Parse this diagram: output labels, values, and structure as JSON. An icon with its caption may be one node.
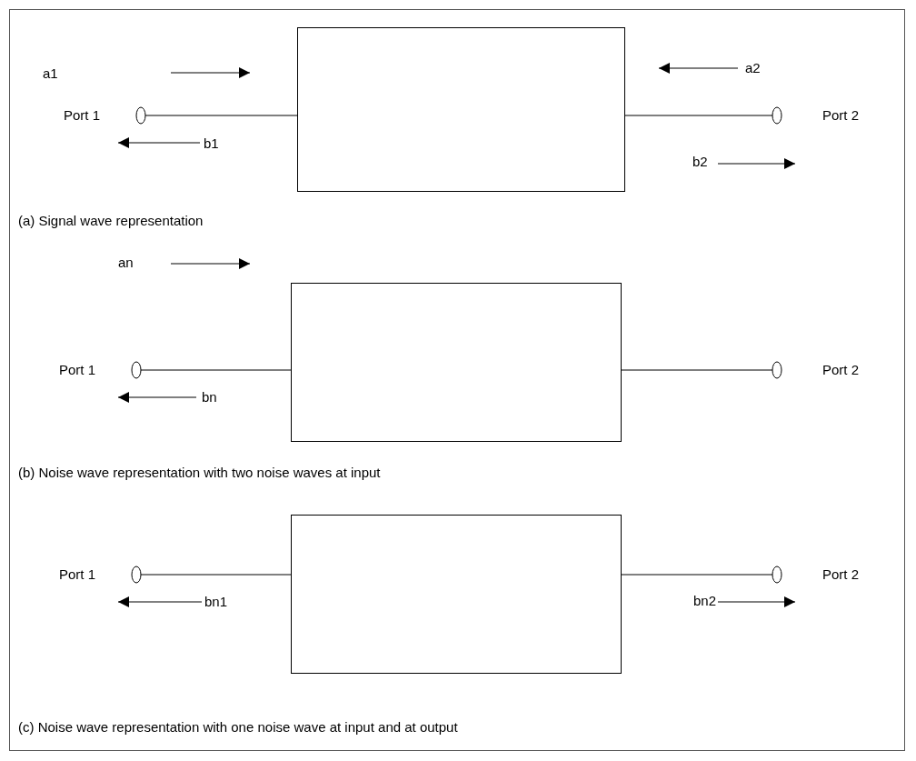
{
  "diagram": {
    "nodes": [
      {
        "text": [],
        "shape": "circle",
        "beside": [
          "Port 1"
        ]
      },
      {
        "text": [],
        "shape": "box"
      },
      {
        "text": [],
        "shape": "circle",
        "beside": [
          "Port 2"
        ]
      },
      {
        "text": [],
        "shape": "circle",
        "beside": [
          "Port 1"
        ]
      },
      {
        "text": [],
        "shape": "box"
      },
      {
        "text": [],
        "shape": "circle",
        "beside": [
          "Port 2"
        ]
      },
      {
        "text": [],
        "shape": "circle",
        "beside": [
          "Port 1"
        ]
      },
      {
        "text": [],
        "shape": "box"
      },
      {
        "text": [],
        "shape": "circle",
        "beside": [
          "Port 2"
        ]
      }
    ],
    "edges": [
      {
        "from": 0,
        "to": 1,
        "arrow": "none"
      },
      {
        "from": 1,
        "to": 2,
        "arrow": "none"
      },
      {
        "from": 3,
        "to": 4,
        "arrow": "none"
      },
      {
        "from": 4,
        "to": 5,
        "arrow": "none"
      },
      {
        "from": 6,
        "to": 7,
        "arrow": "none"
      },
      {
        "from": 7,
        "to": 8,
        "arrow": "none"
      }
    ],
    "labels": [
      "a1",
      "a2",
      "b1",
      "b2",
      "(a) Signal wave representation",
      "an",
      "bn",
      "(b) Noise wave representation with two noise waves at input",
      "bn1",
      "bn2",
      "(c) Noise wave representation with one noise wave at input and at output"
    ]
  }
}
